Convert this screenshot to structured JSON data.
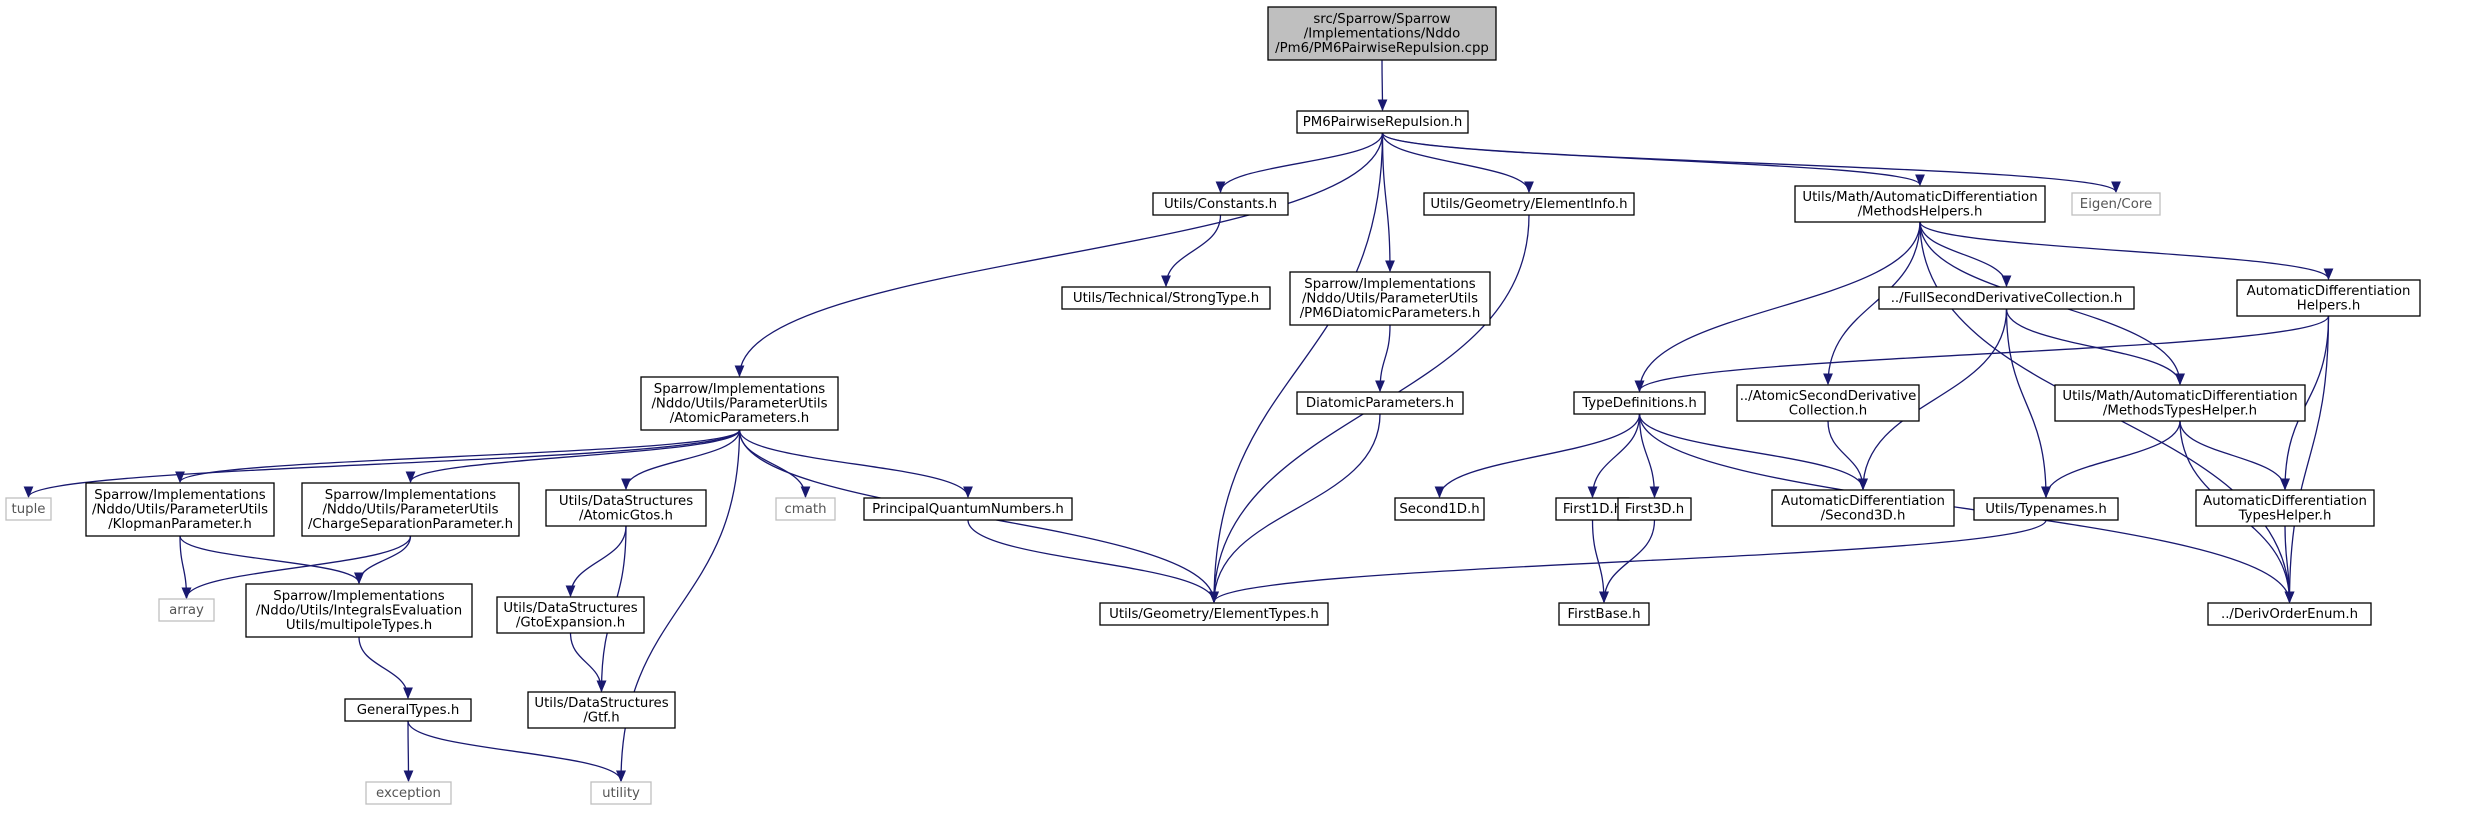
{
  "nodes": [
    {
      "id": "root",
      "lines": [
        "src/Sparrow/Sparrow",
        "/Implementations/Nddo",
        "/Pm6/PM6PairwiseRepulsion.cpp"
      ],
      "kind": "root"
    },
    {
      "id": "pm6pair",
      "lines": [
        "PM6PairwiseRepulsion.h"
      ],
      "kind": "normal"
    },
    {
      "id": "constants",
      "lines": [
        "Utils/Constants.h"
      ],
      "kind": "normal"
    },
    {
      "id": "eleminfo",
      "lines": [
        "Utils/Geometry/ElementInfo.h"
      ],
      "kind": "normal"
    },
    {
      "id": "methodshelpers",
      "lines": [
        "Utils/Math/AutomaticDifferentiation",
        "/MethodsHelpers.h"
      ],
      "kind": "normal"
    },
    {
      "id": "eigen",
      "lines": [
        "Eigen/Core"
      ],
      "kind": "sys"
    },
    {
      "id": "strongtype",
      "lines": [
        "Utils/Technical/StrongType.h"
      ],
      "kind": "normal"
    },
    {
      "id": "pm6diatomic",
      "lines": [
        "Sparrow/Implementations",
        "/Nddo/Utils/ParameterUtils",
        "/PM6DiatomicParameters.h"
      ],
      "kind": "normal"
    },
    {
      "id": "fullsecond",
      "lines": [
        "../FullSecondDerivativeCollection.h"
      ],
      "kind": "normal"
    },
    {
      "id": "adhelpers",
      "lines": [
        "AutomaticDifferentiation",
        "Helpers.h"
      ],
      "kind": "normal"
    },
    {
      "id": "atomicparams",
      "lines": [
        "Sparrow/Implementations",
        "/Nddo/Utils/ParameterUtils",
        "/AtomicParameters.h"
      ],
      "kind": "normal"
    },
    {
      "id": "diatomicparams",
      "lines": [
        "DiatomicParameters.h"
      ],
      "kind": "normal"
    },
    {
      "id": "typedefs",
      "lines": [
        "TypeDefinitions.h"
      ],
      "kind": "normal"
    },
    {
      "id": "atomicsecond",
      "lines": [
        "../AtomicSecondDerivative",
        "Collection.h"
      ],
      "kind": "normal"
    },
    {
      "id": "methodstypes",
      "lines": [
        "Utils/Math/AutomaticDifferentiation",
        "/MethodsTypesHelper.h"
      ],
      "kind": "normal"
    },
    {
      "id": "tuple",
      "lines": [
        "tuple"
      ],
      "kind": "sys"
    },
    {
      "id": "klopman",
      "lines": [
        "Sparrow/Implementations",
        "/Nddo/Utils/ParameterUtils",
        "/KlopmanParameter.h"
      ],
      "kind": "normal"
    },
    {
      "id": "chargesep",
      "lines": [
        "Sparrow/Implementations",
        "/Nddo/Utils/ParameterUtils",
        "/ChargeSeparationParameter.h"
      ],
      "kind": "normal"
    },
    {
      "id": "atomicgtos",
      "lines": [
        "Utils/DataStructures",
        "/AtomicGtos.h"
      ],
      "kind": "normal"
    },
    {
      "id": "cmath",
      "lines": [
        "cmath"
      ],
      "kind": "sys"
    },
    {
      "id": "pqn",
      "lines": [
        "PrincipalQuantumNumbers.h"
      ],
      "kind": "normal"
    },
    {
      "id": "second1d",
      "lines": [
        "Second1D.h"
      ],
      "kind": "normal"
    },
    {
      "id": "first1d",
      "lines": [
        "First1D.h"
      ],
      "kind": "normal"
    },
    {
      "id": "first3d",
      "lines": [
        "First3D.h"
      ],
      "kind": "normal"
    },
    {
      "id": "adsecond3d",
      "lines": [
        "AutomaticDifferentiation",
        "/Second3D.h"
      ],
      "kind": "normal"
    },
    {
      "id": "typenames",
      "lines": [
        "Utils/Typenames.h"
      ],
      "kind": "normal"
    },
    {
      "id": "adtypeshelper",
      "lines": [
        "AutomaticDifferentiation",
        "TypesHelper.h"
      ],
      "kind": "normal"
    },
    {
      "id": "array",
      "lines": [
        "array"
      ],
      "kind": "sys"
    },
    {
      "id": "multipole",
      "lines": [
        "Sparrow/Implementations",
        "/Nddo/Utils/IntegralsEvaluation",
        "Utils/multipoleTypes.h"
      ],
      "kind": "normal"
    },
    {
      "id": "gtoexp",
      "lines": [
        "Utils/DataStructures",
        "/GtoExpansion.h"
      ],
      "kind": "normal"
    },
    {
      "id": "elemtypes",
      "lines": [
        "Utils/Geometry/ElementTypes.h"
      ],
      "kind": "normal"
    },
    {
      "id": "firstbase",
      "lines": [
        "FirstBase.h"
      ],
      "kind": "normal"
    },
    {
      "id": "derivorder",
      "lines": [
        "../DerivOrderEnum.h"
      ],
      "kind": "normal"
    },
    {
      "id": "generaltypes",
      "lines": [
        "GeneralTypes.h"
      ],
      "kind": "normal"
    },
    {
      "id": "gtf",
      "lines": [
        "Utils/DataStructures",
        "/Gtf.h"
      ],
      "kind": "normal"
    },
    {
      "id": "exception",
      "lines": [
        "exception"
      ],
      "kind": "sys"
    },
    {
      "id": "utility",
      "lines": [
        "utility"
      ],
      "kind": "sys"
    }
  ],
  "edges": [
    [
      "root",
      "pm6pair"
    ],
    [
      "pm6pair",
      "constants"
    ],
    [
      "pm6pair",
      "eleminfo"
    ],
    [
      "pm6pair",
      "methodshelpers"
    ],
    [
      "pm6pair",
      "eigen"
    ],
    [
      "pm6pair",
      "pm6diatomic"
    ],
    [
      "pm6pair",
      "atomicparams"
    ],
    [
      "pm6pair",
      "elemtypes"
    ],
    [
      "constants",
      "strongtype"
    ],
    [
      "eleminfo",
      "elemtypes"
    ],
    [
      "methodshelpers",
      "fullsecond"
    ],
    [
      "methodshelpers",
      "adhelpers"
    ],
    [
      "methodshelpers",
      "typedefs"
    ],
    [
      "methodshelpers",
      "atomicsecond"
    ],
    [
      "methodshelpers",
      "methodstypes"
    ],
    [
      "methodshelpers",
      "derivorder"
    ],
    [
      "pm6diatomic",
      "diatomicparams"
    ],
    [
      "diatomicparams",
      "elemtypes"
    ],
    [
      "fullsecond",
      "methodstypes"
    ],
    [
      "fullsecond",
      "adsecond3d"
    ],
    [
      "fullsecond",
      "typenames"
    ],
    [
      "adhelpers",
      "typedefs"
    ],
    [
      "adhelpers",
      "adtypeshelper"
    ],
    [
      "adhelpers",
      "derivorder"
    ],
    [
      "atomicparams",
      "tuple"
    ],
    [
      "atomicparams",
      "klopman"
    ],
    [
      "atomicparams",
      "chargesep"
    ],
    [
      "atomicparams",
      "atomicgtos"
    ],
    [
      "atomicparams",
      "cmath"
    ],
    [
      "atomicparams",
      "pqn"
    ],
    [
      "atomicparams",
      "elemtypes"
    ],
    [
      "atomicparams",
      "utility"
    ],
    [
      "typedefs",
      "second1d"
    ],
    [
      "typedefs",
      "first1d"
    ],
    [
      "typedefs",
      "first3d"
    ],
    [
      "typedefs",
      "adsecond3d"
    ],
    [
      "typedefs",
      "derivorder"
    ],
    [
      "atomicsecond",
      "adsecond3d"
    ],
    [
      "methodstypes",
      "typenames"
    ],
    [
      "methodstypes",
      "adtypeshelper"
    ],
    [
      "methodstypes",
      "derivorder"
    ],
    [
      "klopman",
      "array"
    ],
    [
      "klopman",
      "multipole"
    ],
    [
      "chargesep",
      "array"
    ],
    [
      "chargesep",
      "multipole"
    ],
    [
      "atomicgtos",
      "gtoexp"
    ],
    [
      "atomicgtos",
      "gtf"
    ],
    [
      "pqn",
      "elemtypes"
    ],
    [
      "first1d",
      "firstbase"
    ],
    [
      "first3d",
      "firstbase"
    ],
    [
      "typenames",
      "elemtypes"
    ],
    [
      "adtypeshelper",
      "derivorder"
    ],
    [
      "multipole",
      "generaltypes"
    ],
    [
      "gtoexp",
      "gtf"
    ],
    [
      "generaltypes",
      "exception"
    ],
    [
      "generaltypes",
      "utility"
    ]
  ]
}
